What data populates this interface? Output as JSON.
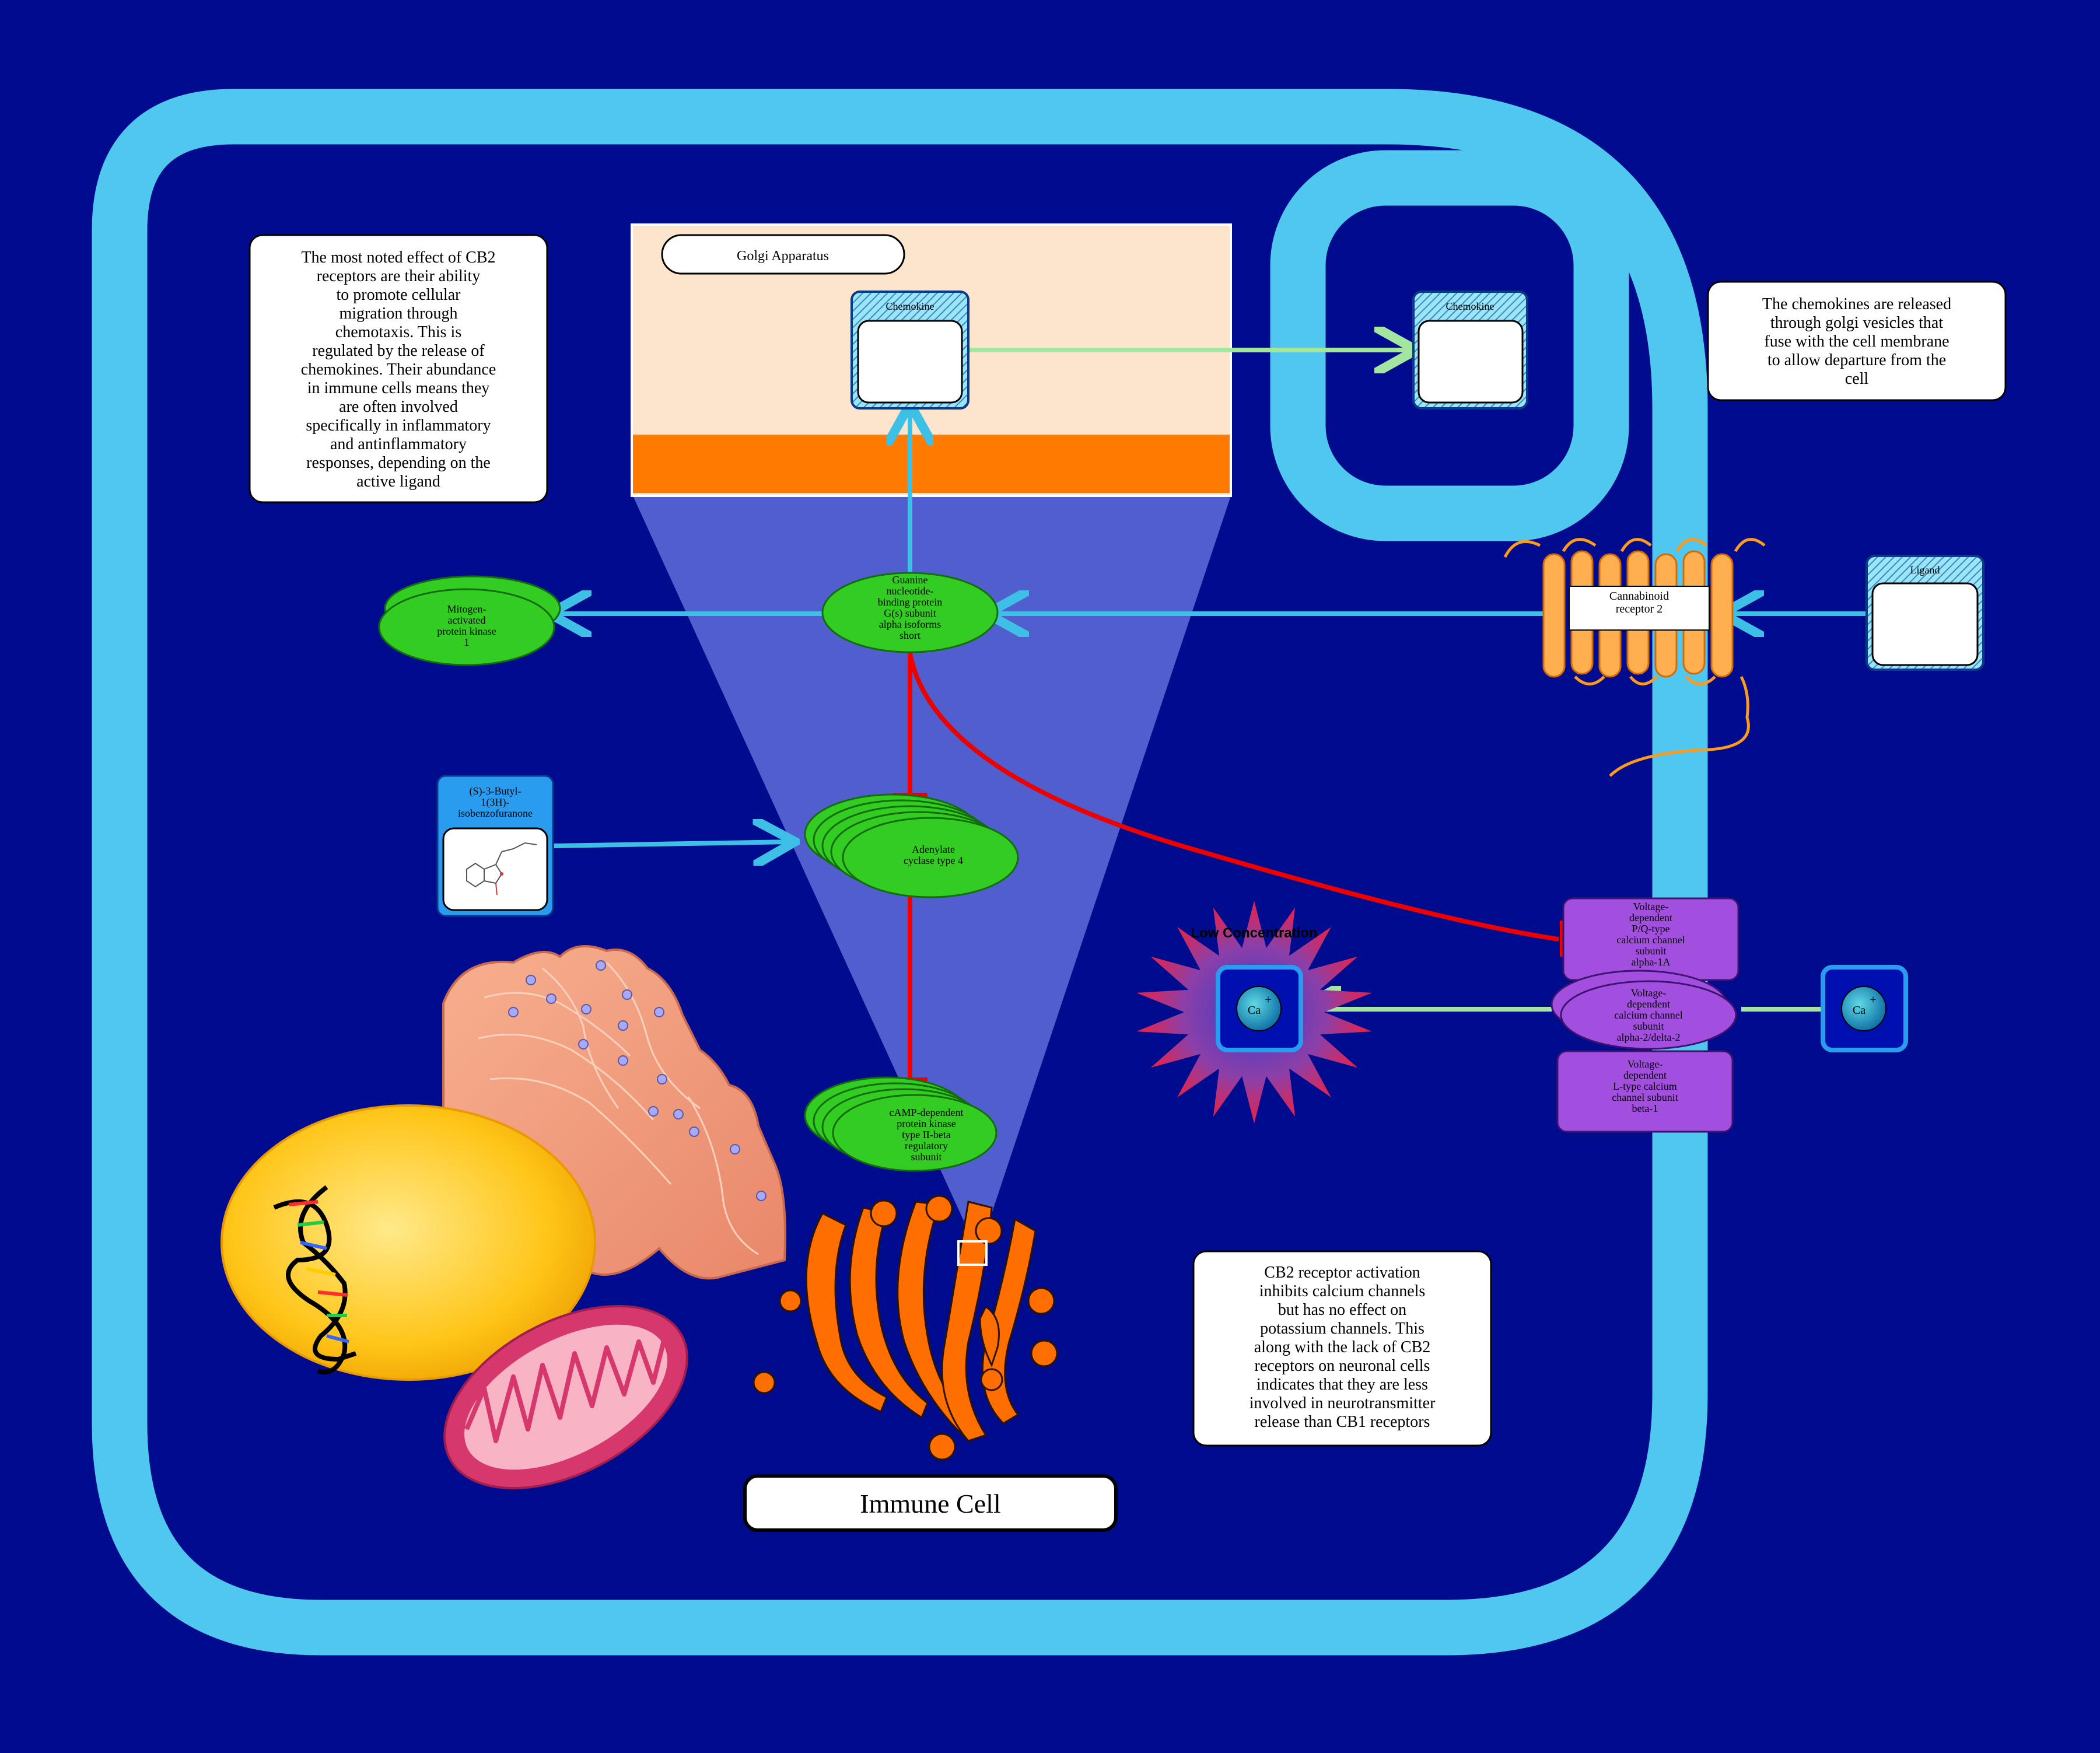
{
  "title": "Immune Cell",
  "compartment_label": "Golgi Apparatus",
  "notes": {
    "left": [
      "The most noted effect of CB2",
      "receptors are their ability",
      "to promote cellular",
      "migration through",
      "chemotaxis. This is",
      "regulated by the release of",
      "chemokines. Their abundance",
      "in immune cells means they",
      "are often involved",
      "specifically in inflammatory",
      "and antinflammatory",
      "responses, depending on the",
      "active ligand"
    ],
    "right": [
      "The chemokines are released",
      "through golgi vesicles that",
      "fuse with the cell membrane",
      "to allow departure from the",
      "cell"
    ],
    "bottom": [
      "CB2 receptor activation",
      "inhibits calcium channels",
      "but has no effect on",
      "potassium channels. This",
      "along with the lack of CB2",
      "receptors on neuronal cells",
      "indicates that they are less",
      "involved in neurotransmitter",
      "release than CB1 receptors"
    ]
  },
  "nodes": {
    "chemokine_golgi": "Chemokine",
    "chemokine_vesicle": "Chemokine",
    "ligand": "Ligand",
    "receptor": [
      "Cannabinoid",
      "receptor 2"
    ],
    "gprotein": [
      "Guanine",
      "nucleotide-",
      "binding protein",
      "G(s) subunit",
      "alpha isoforms",
      "short"
    ],
    "mapk": [
      "Mitogen-",
      "activated",
      "protein kinase",
      "1"
    ],
    "butyl": [
      "(S)-3-Butyl-",
      "1(3H)-",
      "isobenzofuranone"
    ],
    "adenylate": [
      "Adenylate",
      "cyclase type 4"
    ],
    "pka": [
      "cAMP-dependent",
      "protein kinase",
      "type II-beta",
      "regulatory",
      "subunit"
    ],
    "ca_channel_1a": [
      "Voltage-",
      "dependent",
      "P/Q-type",
      "calcium channel",
      "subunit",
      "alpha-1A"
    ],
    "ca_channel_a2d2": [
      "Voltage-",
      "dependent",
      "calcium channel",
      "subunit",
      "alpha-2/delta-2"
    ],
    "ca_channel_b1": [
      "Voltage-",
      "dependent",
      "L-type calcium",
      "channel subunit",
      "beta-1"
    ],
    "ion_inside": "Ca",
    "ion_outside": "Ca",
    "ion_charge": "+",
    "low_concentration": "Low Concentration"
  },
  "colors": {
    "background": "#000b8e",
    "membrane": "#4fc7ef",
    "golgi_region_top": "#fde4cc",
    "golgi_region_band": "#ff7a00",
    "protein_green": "#33cc22",
    "activation_arrow": "#3ec0e6",
    "inhibition": "#ee0000",
    "transport_arrow": "#a3e6a0",
    "channel_purple": "#a24fe0"
  }
}
